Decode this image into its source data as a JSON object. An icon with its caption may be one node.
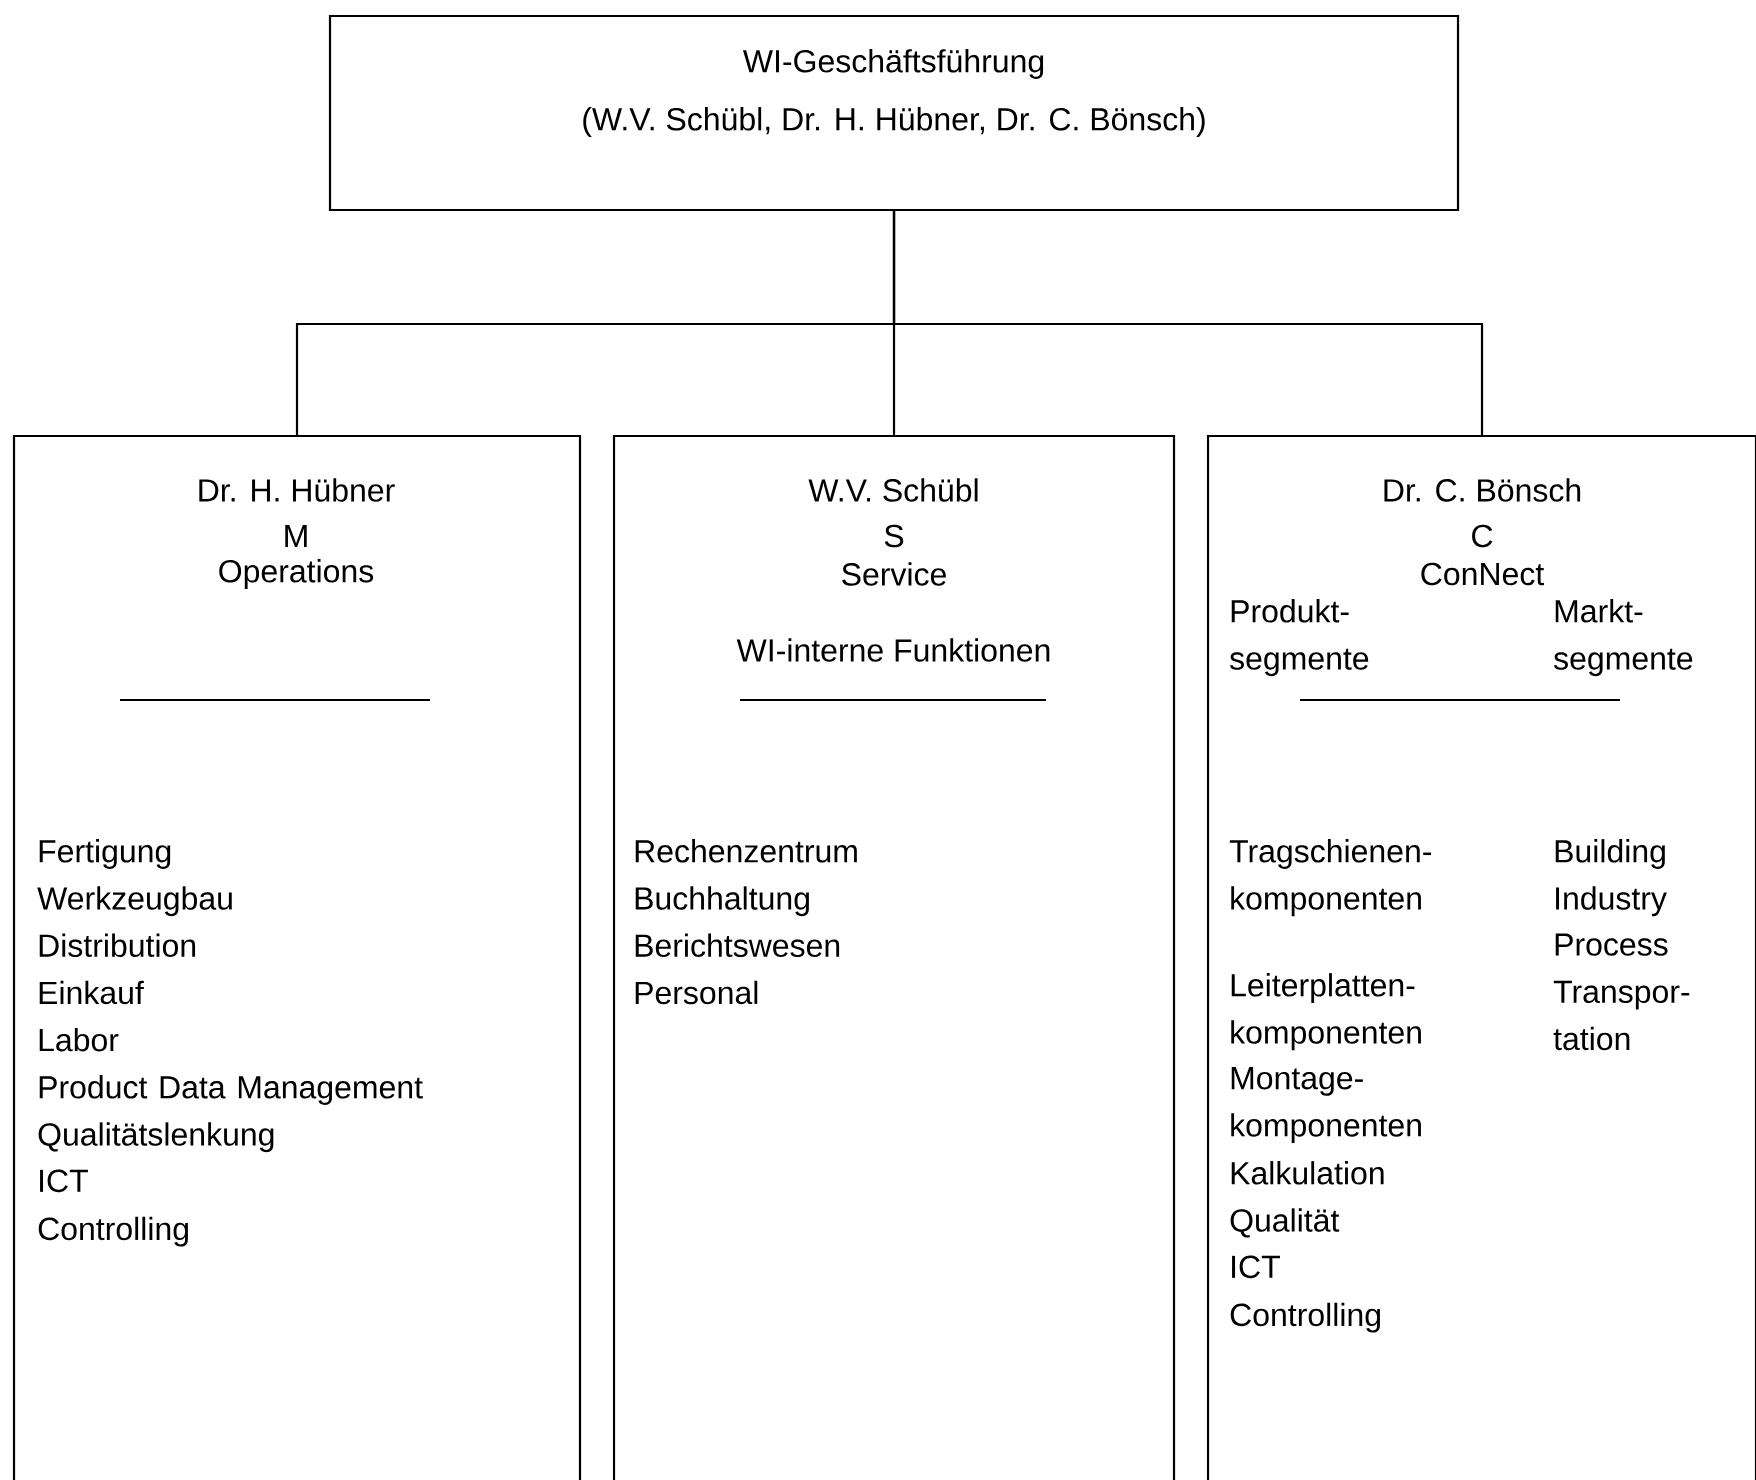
{
  "diagram": {
    "nodes": [
      {
        "text": [
          "WI-Geschäftsführung",
          "(W.V. Schübl, Dr. H. Hübner, Dr. C. Bönsch)"
        ]
      },
      {
        "text": [
          "Dr. H. Hübner",
          "M",
          "Operations",
          "Fertigung",
          "Werkzeugbau",
          "Distribution",
          "Einkauf",
          "Labor",
          "Product Data Management",
          "Qualitätslenkung",
          "ICT",
          "Controlling"
        ]
      },
      {
        "text": [
          "W.V. Schübl",
          "S",
          "Service",
          "WI-interne Funktionen",
          "Rechenzentrum",
          "Buchhaltung",
          "Berichtswesen",
          "Personal"
        ]
      },
      {
        "text": [
          "Dr. C. Bönsch",
          "C",
          "ConNect",
          "Produkt- segmente",
          "Markt- segmente",
          "Tragschienen- komponenten",
          "Leiterplatten- komponenten",
          "Montage- komponenten",
          "Kalkulation",
          "Qualität",
          "ICT",
          "Controlling",
          "Building",
          "Industry",
          "Process",
          "Transpor- tation"
        ]
      }
    ],
    "edges": [
      {
        "from": 0,
        "to": 1,
        "arrow": "none"
      },
      {
        "from": 0,
        "to": 2,
        "arrow": "none"
      },
      {
        "from": 0,
        "to": 3,
        "arrow": "none"
      }
    ]
  }
}
